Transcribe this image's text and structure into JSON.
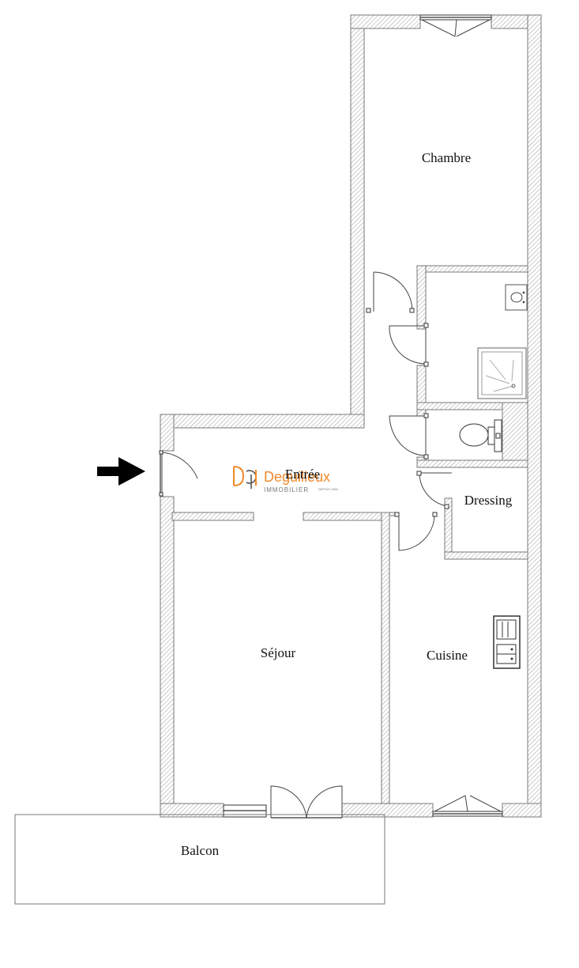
{
  "rooms": {
    "chambre": "Chambre",
    "entree": "Entrée",
    "dressing": "Dressing",
    "sejour": "Séjour",
    "cuisine": "Cuisine",
    "balcon": "Balcon"
  },
  "logo": {
    "name": "Deguilleux",
    "tagline": "IMMOBILIER",
    "since": "DEPUIS 1963"
  },
  "icons": [
    "entrance-arrow-icon",
    "door-swing-icon",
    "window-icon",
    "washbasin-icon",
    "shower-tray-icon",
    "toilet-icon",
    "cooktop-icon",
    "logo-mark-icon"
  ],
  "colors": {
    "brand": "#f08a2c",
    "wall_outline": "#7a7a7a",
    "arrow": "#000000"
  }
}
